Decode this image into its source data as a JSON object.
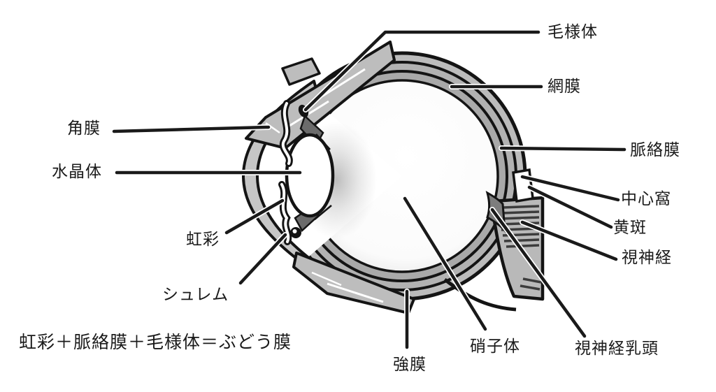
{
  "figure": {
    "description": "Cross-section diagram of the human eye with Japanese anatomical labels",
    "colors": {
      "ink": "#1a1a1a",
      "sclera_gray": "#bcbcbc",
      "choroid_gray": "#b2b2b2",
      "retina_gray": "#a9a9a9",
      "nerve_gray": "#b9b9b9",
      "ciliary_dark_gray": "#6b6b6b",
      "background": "#ffffff"
    },
    "labels": {
      "ciliary_body": "毛様体",
      "retina": "網膜",
      "choroid": "脈絡膜",
      "fovea": "中心窩",
      "macula": "黄斑",
      "optic_nerve": "視神経",
      "optic_disc": "視神経乳頭",
      "vitreous": "硝子体",
      "sclera": "強膜",
      "schlemm": "シュレム",
      "iris": "虹彩",
      "lens": "水晶体",
      "cornea": "角膜",
      "uvea_formula": "虹彩＋脈絡膜＋毛様体＝ぶどう膜"
    }
  }
}
